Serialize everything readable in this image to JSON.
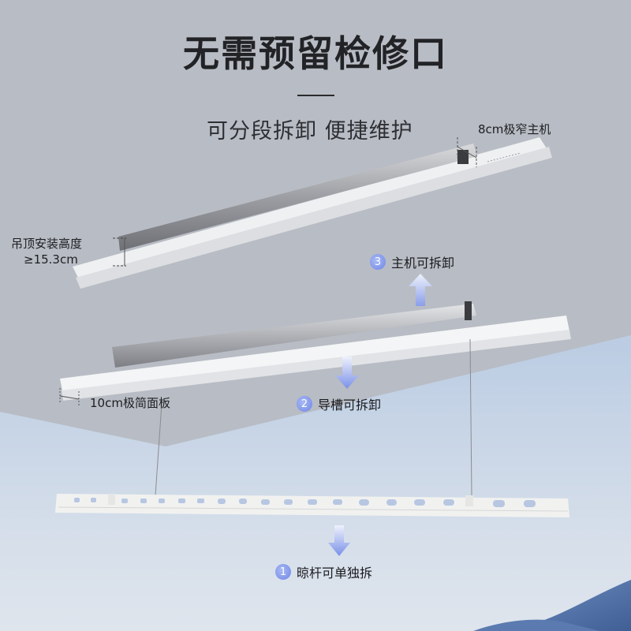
{
  "header": {
    "title": "无需预留检修口",
    "subtitle": "可分段拆卸 便捷维护"
  },
  "dimensions": {
    "host_width": "8cm极窄主机",
    "ceiling_height_line1": "吊顶安装高度",
    "ceiling_height_line2": "≥15.3cm",
    "panel_width": "10cm极简面板"
  },
  "callouts": [
    {
      "number": "1",
      "label": "晾杆可单独拆",
      "arrow": "down"
    },
    {
      "number": "2",
      "label": "导槽可拆卸",
      "arrow": "down"
    },
    {
      "number": "3",
      "label": "主机可拆卸",
      "arrow": "up"
    }
  ],
  "colors": {
    "ceiling_gray": "#b8bcc4",
    "sky_blue": "#b3c6df",
    "accent_blue": "#7d93ea",
    "text_dark": "#222326"
  }
}
